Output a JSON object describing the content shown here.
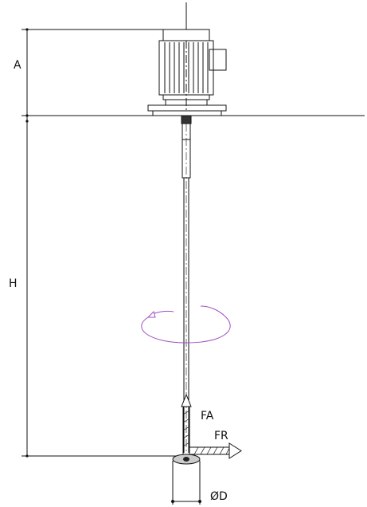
{
  "labels": {
    "dimension_a": "A",
    "dimension_h": "H",
    "axial_force": "FA",
    "radial_force": "FR",
    "diameter": "ØD"
  },
  "colors": {
    "line": "#111111",
    "rotation_arrow": "#a050c0",
    "background": "#ffffff"
  }
}
